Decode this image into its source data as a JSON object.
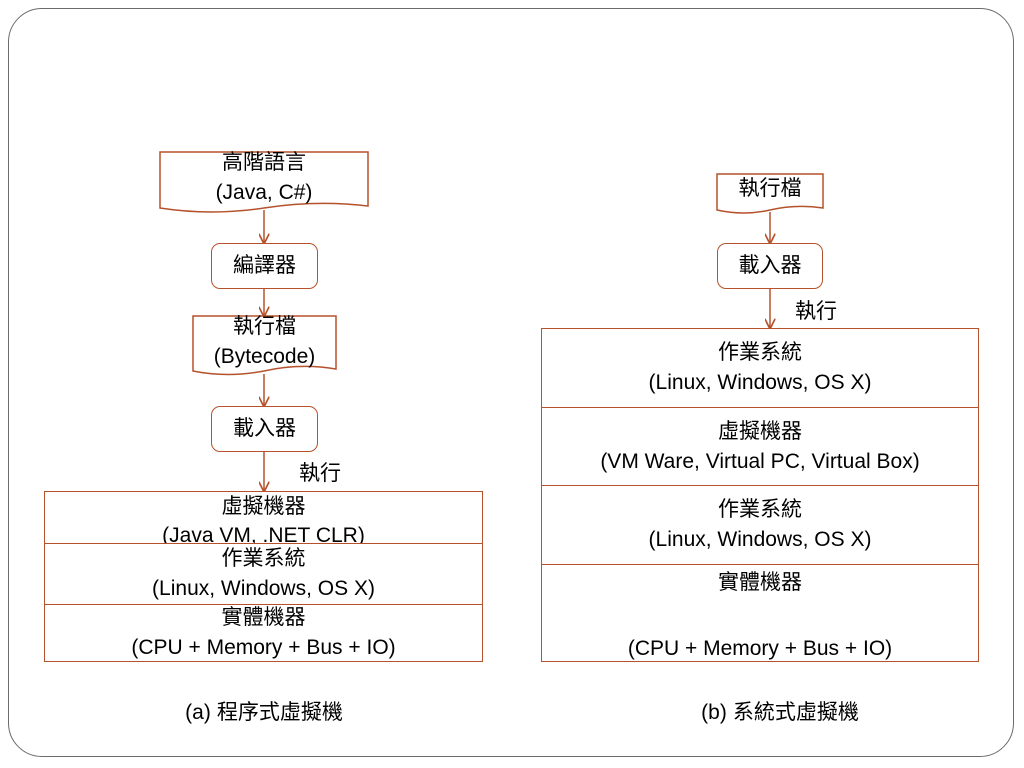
{
  "colors": {
    "line": "#b5522c",
    "frame": "#6b6b6b",
    "text": "#000000"
  },
  "left": {
    "doc_source": {
      "line1": "高階語言",
      "line2": "(Java, C#)"
    },
    "compiler": "編譯器",
    "doc_exec": {
      "line1": "執行檔",
      "line2": "(Bytecode)"
    },
    "loader": "載入器",
    "execute_label": "執行",
    "stack": [
      {
        "line1": "虛擬機器",
        "line2": "(Java VM, .NET CLR)"
      },
      {
        "line1": "作業系統",
        "line2": "(Linux, Windows, OS X)"
      },
      {
        "line1": "實體機器",
        "line2": "(CPU + Memory + Bus + IO)"
      }
    ],
    "caption": {
      "prefix": "(a)",
      "text": "程序式虛擬機"
    }
  },
  "right": {
    "doc_exec": "執行檔",
    "loader": "載入器",
    "execute_label": "執行",
    "stack": [
      {
        "line1": "作業系統",
        "line2": "(Linux, Windows, OS X)"
      },
      {
        "line1": "虛擬機器",
        "line2": "(VM Ware, Virtual PC, Virtual Box)"
      },
      {
        "line1": "作業系統",
        "line2": "(Linux, Windows, OS X)"
      },
      {
        "line1": "實體機器",
        "line2": "(CPU + Memory + Bus + IO)"
      }
    ],
    "caption": {
      "prefix": "(b)",
      "text": "系統式虛擬機"
    }
  }
}
